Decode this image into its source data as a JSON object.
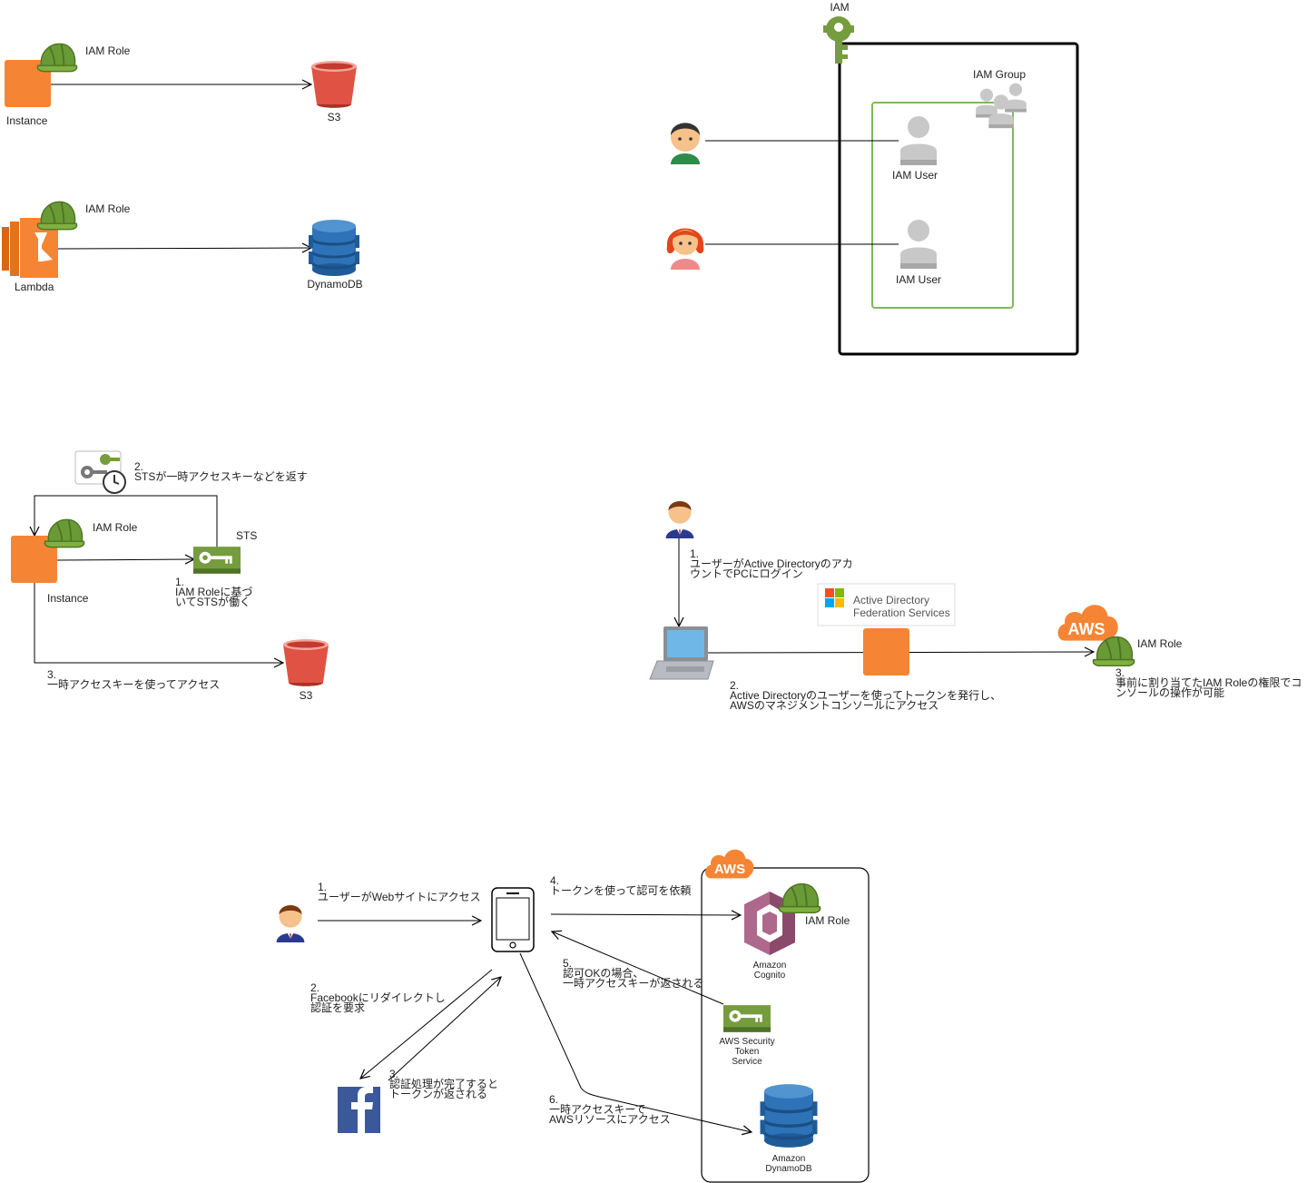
{
  "colors": {
    "orange": "#f58534",
    "s3_red": "#e05243",
    "dynamodb_blue": "#2e73b8",
    "iam_green": "#759c3e",
    "helmet_green": "#6a9a36",
    "group_green": "#7cb95d",
    "cognito_purple": "#ad688b",
    "facebook_blue": "#3b5998",
    "aws_cloud": "#f58534"
  },
  "top_left": {
    "row1": {
      "instance_label": "Instance",
      "role_label": "IAM Role",
      "target_label": "S3"
    },
    "row2": {
      "lambda_label": "Lambda",
      "role_label": "IAM Role",
      "target_label": "DynamoDB"
    }
  },
  "top_right": {
    "iam_label": "IAM",
    "group_label": "IAM Group",
    "user1_label": "IAM User",
    "user2_label": "IAM User"
  },
  "sts_flow": {
    "step2_num": "2.",
    "step2_text": "STSが一時アクセスキーなどを返す",
    "role_label": "IAM Role",
    "sts_label": "STS",
    "instance_label": "Instance",
    "step1_num": "1.",
    "step1_line1": "IAM Roleに基づ",
    "step1_line2": "いてSTSが働く",
    "step3_num": "3.",
    "step3_text": "一時アクセスキーを使ってアクセス",
    "s3_label": "S3"
  },
  "adfs_flow": {
    "step1_num": "1.",
    "step1_line1": "ユーザーがActive Directoryのアカ",
    "step1_line2": "ウントでPCにログイン",
    "adfs_line1": "Active Directory",
    "adfs_line2": "Federation Services",
    "aws_label": "AWS",
    "role_label": "IAM Role",
    "step2_num": "2.",
    "step2_line1": "Active Directoryのユーザーを使ってトークンを発行し、",
    "step2_line2": "AWSのマネジメントコンソールにアクセス",
    "step3_num": "3.",
    "step3_line1": "事前に割り当てたIAM Roleの権限でコ",
    "step3_line2": "ンソールの操作が可能"
  },
  "cognito_flow": {
    "step1_num": "1.",
    "step1_text": "ユーザーがWebサイトにアクセス",
    "step2_num": "2.",
    "step2_line1": "Facebookにリダイレクトし",
    "step2_line2": "認証を要求",
    "step3_num": "3.",
    "step3_line1": "認証処理が完了すると",
    "step3_line2": "トークンが返される",
    "step4_num": "4.",
    "step4_text": "トークンを使って認可を依頼",
    "step5_num": "5.",
    "step5_line1": "認可OKの場合、",
    "step5_line2": "一時アクセスキーが返される",
    "step6_num": "6.",
    "step6_line1": "一時アクセスキーで",
    "step6_line2": "AWSリソースにアクセス",
    "aws_label": "AWS",
    "role_label": "IAM Role",
    "cognito_line1": "Amazon",
    "cognito_line2": "Cognito",
    "sts_line1": "AWS Security",
    "sts_line2": "Token",
    "sts_line3": "Service",
    "dynamo_line1": "Amazon",
    "dynamo_line2": "DynamoDB"
  }
}
